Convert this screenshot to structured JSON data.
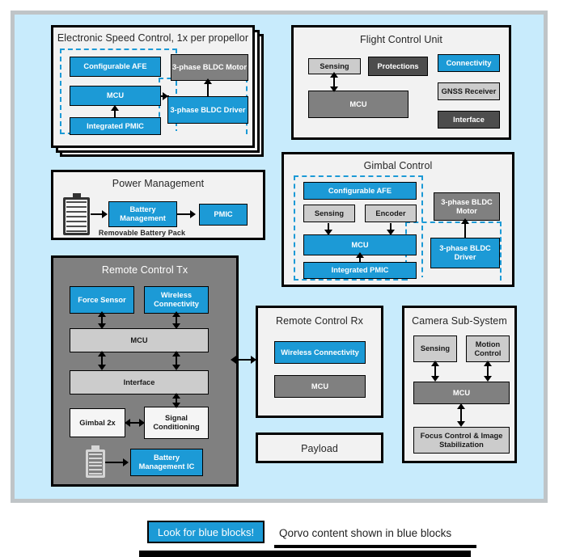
{
  "colors": {
    "accent": "#1c9ad6",
    "panel_bg": "#c8ebfc",
    "group_bg": "#f2f2f2",
    "gray_light": "#cccccc",
    "gray_mid": "#808080",
    "gray_dark": "#4d4d4d"
  },
  "groups": {
    "esc": {
      "title": "Electronic Speed Control, 1x per propellor",
      "blocks": {
        "afe": "Configurable AFE",
        "mcu": "MCU",
        "pmic": "Integrated PMIC",
        "motor": "3-phase BLDC Motor",
        "driver": "3-phase BLDC Driver"
      }
    },
    "fcu": {
      "title": "Flight Control Unit",
      "blocks": {
        "sensing": "Sensing",
        "protections": "Protections",
        "mcu": "MCU",
        "connectivity": "Connectivity",
        "gnss": "GNSS Receiver",
        "interface": "Interface"
      }
    },
    "power": {
      "title": "Power Management",
      "caption": "Removable Battery Pack",
      "blocks": {
        "battery_mgmt": "Battery Management",
        "pmic": "PMIC"
      },
      "icons": {
        "battery": "battery-icon"
      }
    },
    "gimbal": {
      "title": "Gimbal Control",
      "blocks": {
        "afe": "Configurable AFE",
        "sensing": "Sensing",
        "encoder": "Encoder",
        "mcu": "MCU",
        "pmic": "Integrated PMIC",
        "motor": "3-phase BLDC Motor",
        "driver": "3-phase BLDC Driver"
      }
    },
    "rc_tx": {
      "title": "Remote Control Tx",
      "blocks": {
        "force_sensor": "Force Sensor",
        "wireless": "Wireless Connectivity",
        "mcu": "MCU",
        "interface": "Interface",
        "gimbal": "Gimbal 2x",
        "signal_cond": "Signal Conditioning",
        "battery_ic": "Battery Management IC"
      },
      "icons": {
        "battery": "battery-icon"
      }
    },
    "rc_rx": {
      "title": "Remote Control Rx",
      "blocks": {
        "wireless": "Wireless Connectivity",
        "mcu": "MCU"
      }
    },
    "payload": {
      "title": "Payload"
    },
    "camera": {
      "title": "Camera Sub-System",
      "blocks": {
        "sensing": "Sensing",
        "motion": "Motion Control",
        "mcu": "MCU",
        "focus": "Focus Control & Image Stabilization"
      }
    }
  },
  "legend": {
    "button_label": "Look for blue blocks!",
    "note": "Qorvo content shown in blue blocks"
  }
}
